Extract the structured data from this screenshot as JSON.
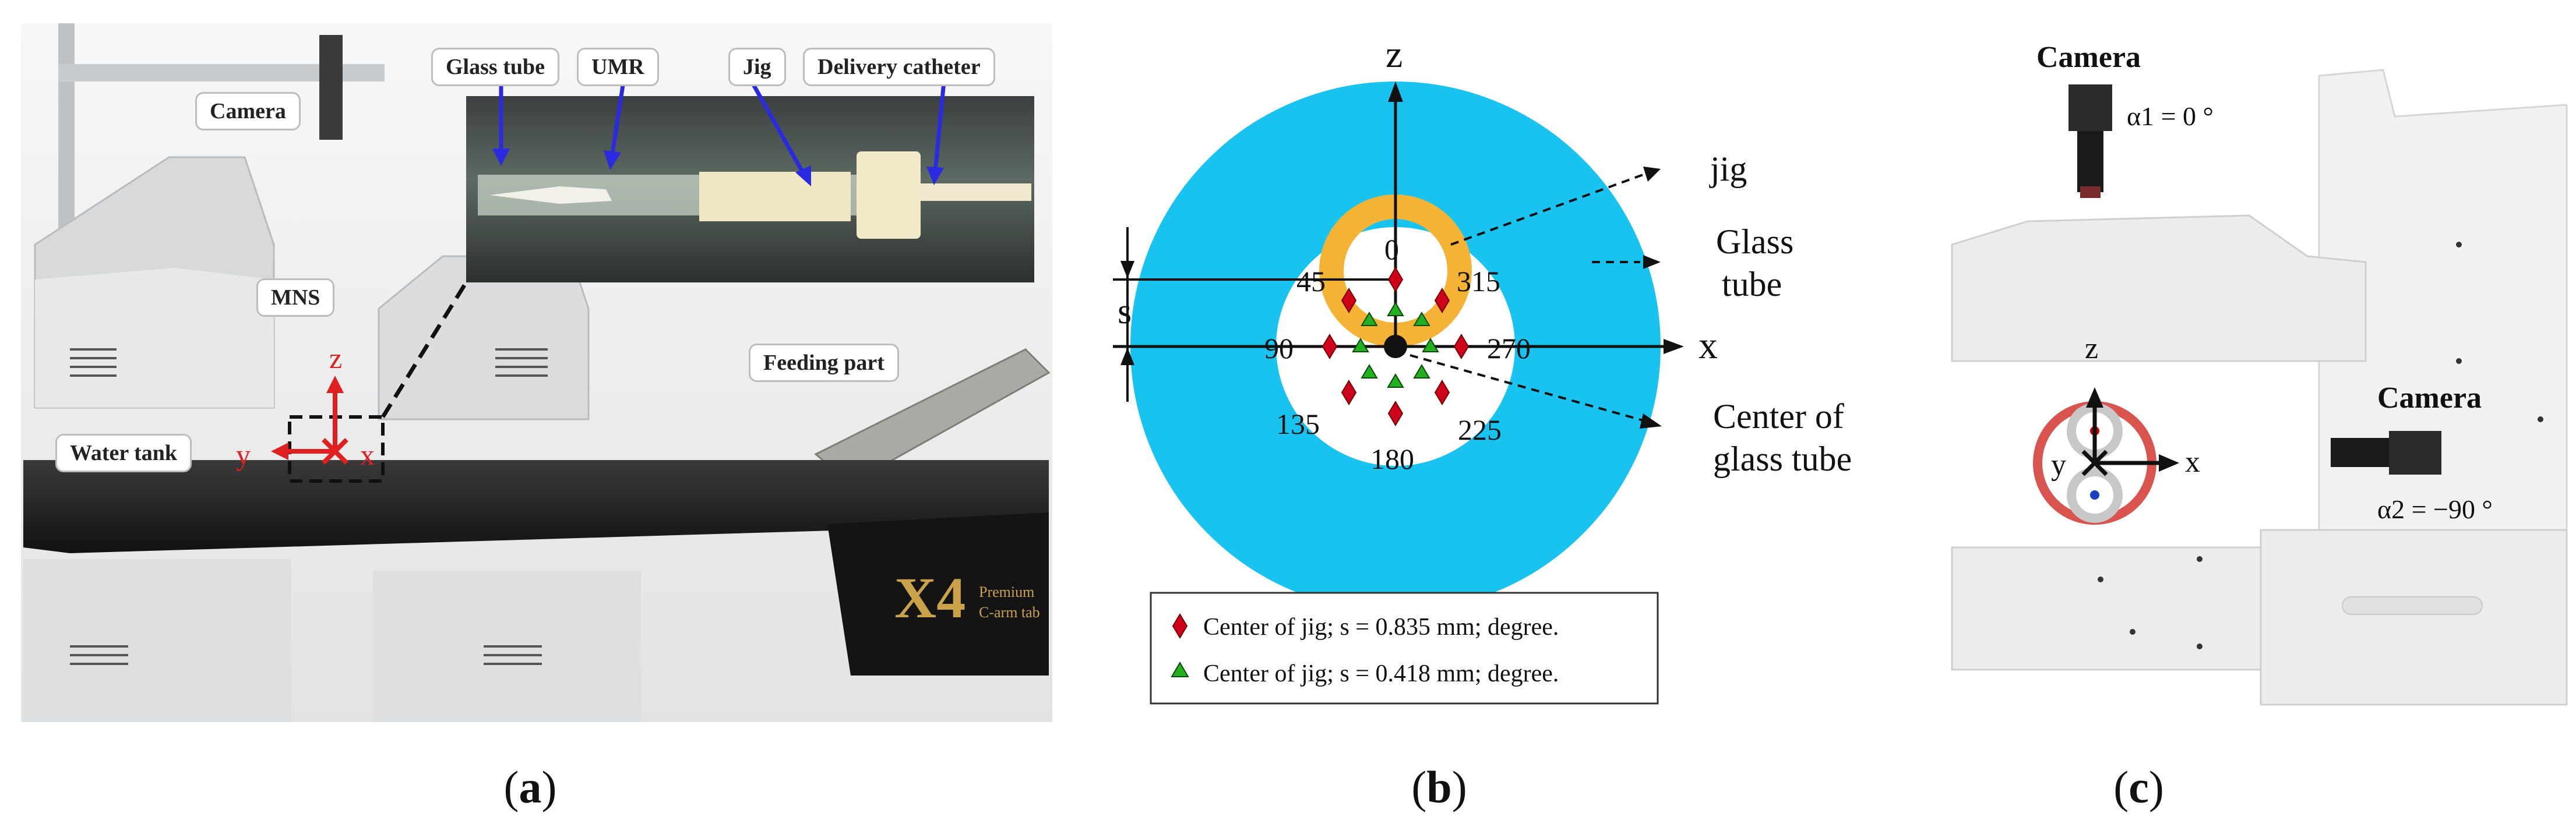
{
  "panel_a": {
    "caption_letter": "a",
    "labels": {
      "camera": "Camera",
      "mns": "MNS",
      "water_tank": "Water tank",
      "feeding_part": "Feeding part",
      "glass_tube": "Glass tube",
      "umr": "UMR",
      "jig": "Jig",
      "delivery_catheter": "Delivery catheter",
      "axis_z": "z",
      "axis_y": "y",
      "axis_x": "x"
    },
    "device_brand": "X4",
    "device_brand_small1": "Premium",
    "device_brand_small2": "C-arm tab"
  },
  "panel_b": {
    "caption_letter": "b",
    "axis_z": "z",
    "axis_x": "x",
    "offset_label": "s",
    "angles": {
      "a0": "0",
      "a45": "45",
      "a315": "315",
      "a90": "90",
      "a270": "270",
      "a135": "135",
      "a225": "225",
      "a180": "180"
    },
    "callouts": {
      "jig": "jig",
      "glass_tube_1": "Glass",
      "glass_tube_2": "tube",
      "center_1": "Center of",
      "center_2": "glass tube"
    },
    "legend": [
      {
        "marker": "diamond",
        "color": "#d0021b",
        "text": "Center of jig; s = 0.835 mm; degree."
      },
      {
        "marker": "triangle",
        "color": "#22b01e",
        "text": "Center of jig; s = 0.418 mm; degree."
      }
    ],
    "colors": {
      "outer_ring": "#19c3f0",
      "jig_ring": "#f5b335"
    }
  },
  "panel_c": {
    "caption_letter": "c",
    "camera_top": "Camera",
    "camera_top_angle": "α1 = 0 °",
    "camera_side": "Camera",
    "camera_side_angle": "α2 = −90 °",
    "axis_z": "z",
    "axis_x": "x",
    "axis_y": "y"
  }
}
